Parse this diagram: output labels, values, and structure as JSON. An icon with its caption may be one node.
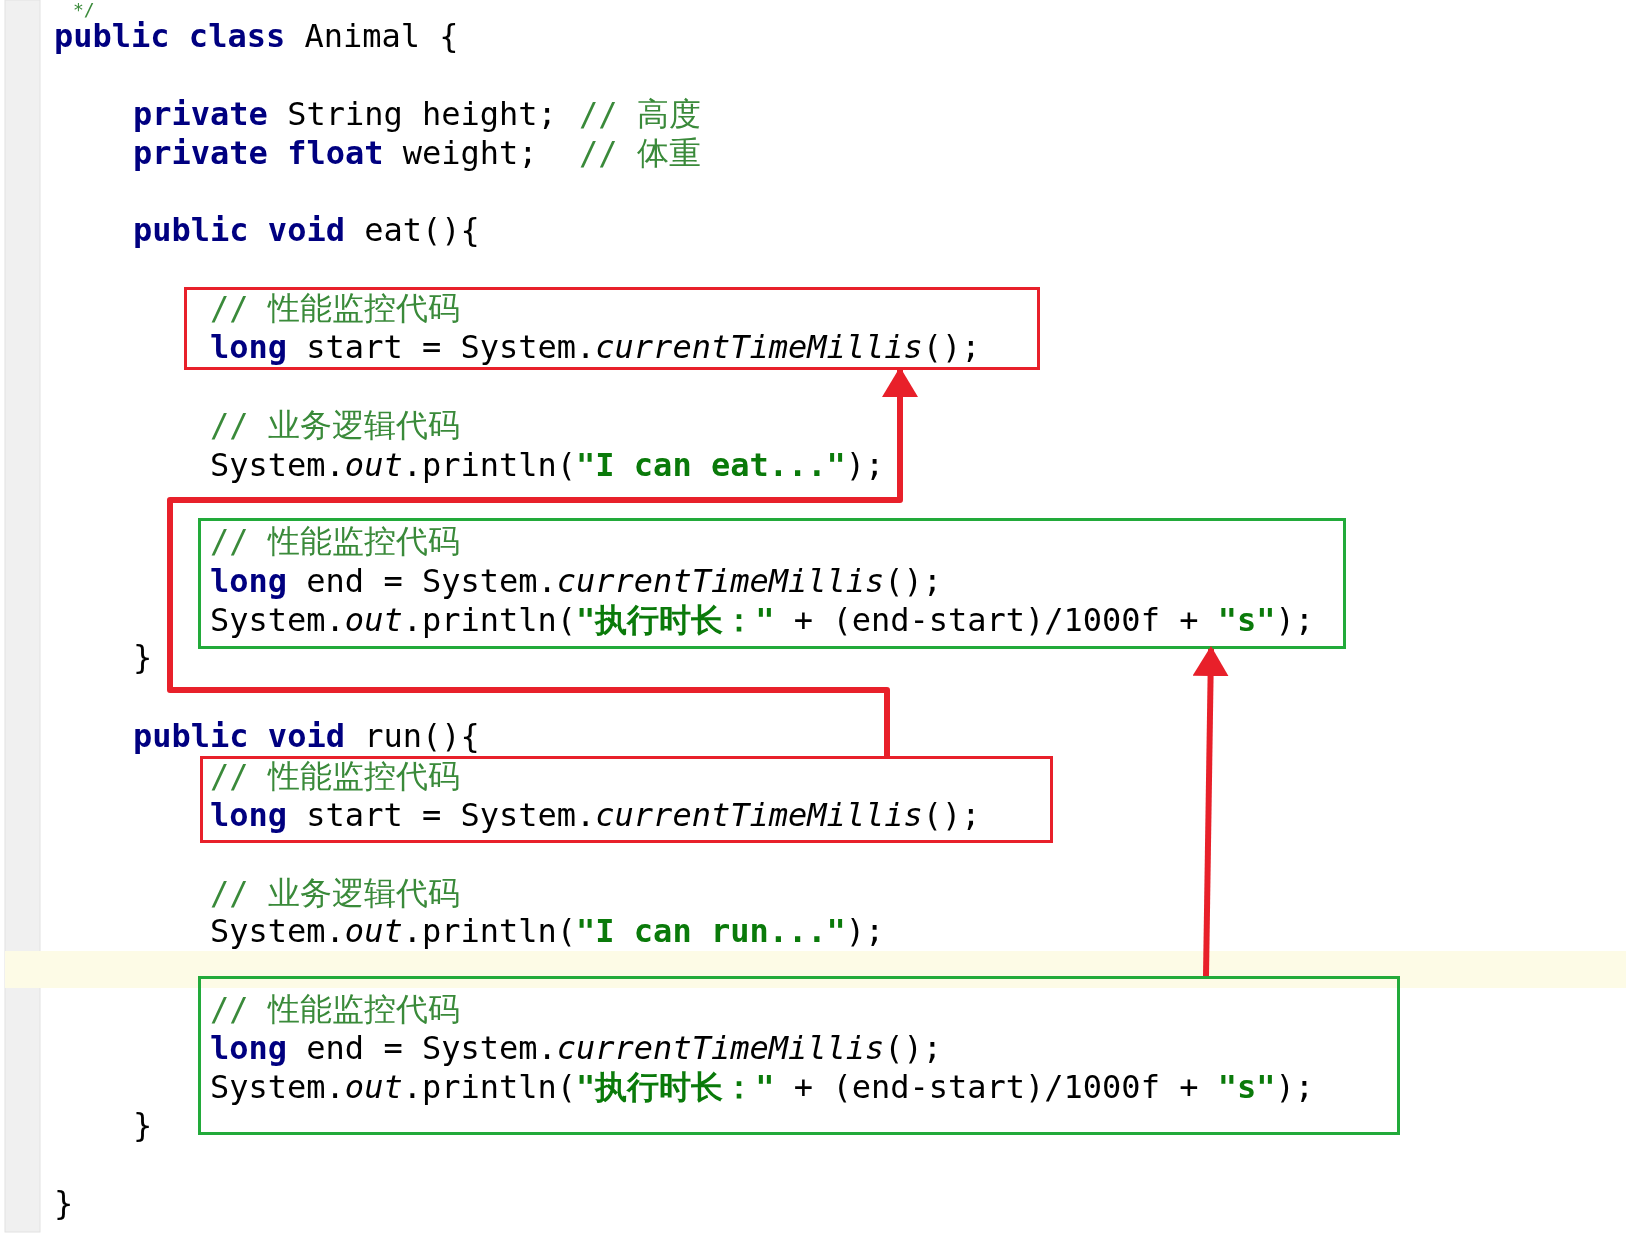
{
  "diagram": {
    "nodes": [
      {
        "text": [
          "// 性能监控代码",
          "**long** start = System.*currentTimeMillis*();"
        ]
      },
      {
        "text": [
          "// 性能监控代码",
          "**long** end = System.*currentTimeMillis*();",
          "System.*out*.println(**\"执行时长：\"** + (end-start)/1000f + **\"s\"**);"
        ]
      },
      {
        "text": [
          "// 性能监控代码",
          "**long** start = System.*currentTimeMillis*();"
        ]
      },
      {
        "text": [
          "// 性能监控代码",
          "**long** end = System.*currentTimeMillis*();",
          "System.*out*.println(**\"执行时长：\"** + (end-start)/1000f + **\"s\"**);"
        ]
      }
    ],
    "edges": [
      {
        "from": 2,
        "to": 0,
        "arrow": "to"
      },
      {
        "from": 3,
        "to": 1,
        "arrow": "to"
      }
    ],
    "labels": [
      "*/",
      "**public class** Animal {",
      "**private** String height;",
      "// 高度",
      "**private float** weight;",
      "// 体重",
      "**public void** eat(){",
      "// 业务逻辑代码",
      "System.*out*.println(**\"I can eat...\"**);",
      "}",
      "**public void** run(){",
      "// 业务逻辑代码",
      "System.*out*.println(**\"I can run...\"**);",
      "}",
      "}"
    ]
  }
}
